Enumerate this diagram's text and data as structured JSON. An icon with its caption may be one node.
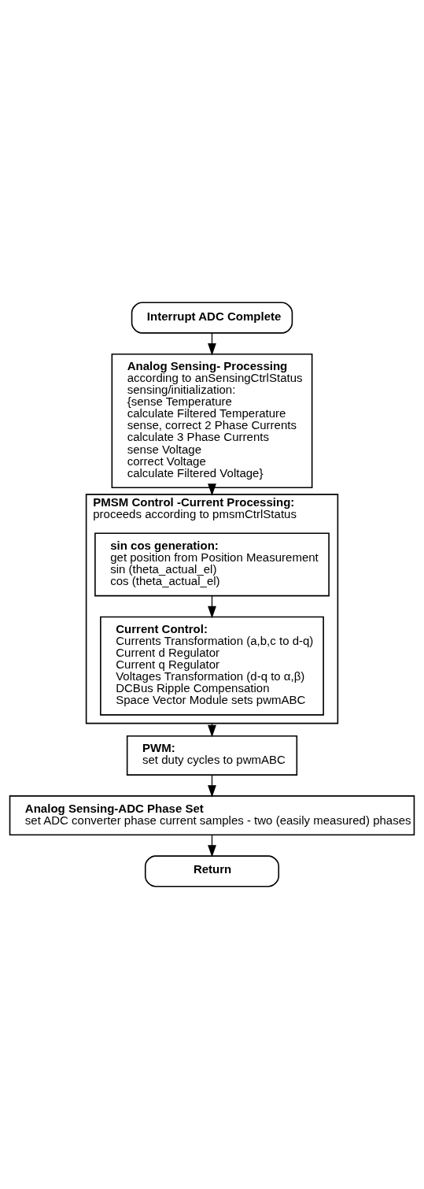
{
  "diagram": {
    "nodes": [
      {
        "text": [
          "Interrupt ADC Complete"
        ]
      },
      {
        "text": [
          "Analog Sensing- Processing",
          "according to anSensingCtrlStatus",
          "sensing/initialization:",
          "{sense Temperature",
          "calculate Filtered Temperature",
          "sense, correct 2 Phase Currents",
          "calculate 3 Phase Currents",
          "sense Voltage",
          "correct Voltage",
          "calculate Filtered Voltage}"
        ]
      },
      {
        "text": [
          "PMSM Control -Current Processing:",
          "proceeds according to pmsmCtrlStatus"
        ]
      },
      {
        "text": [
          "sin cos generation:",
          "get position from Position Measurement",
          "sin (theta_actual_el)",
          "cos (theta_actual_el)"
        ],
        "in": 2
      },
      {
        "text": [
          "Current Control:",
          "Currents Transformation (a,b,c to d-q)",
          "Current d Regulator",
          "Current q Regulator",
          "Voltages Transformation (d-q to α,β)",
          "DCBus Ripple Compensation",
          "Space Vector Module sets pwmABC"
        ],
        "in": 2
      },
      {
        "text": [
          "PWM:",
          "set duty cycles to pwmABC"
        ]
      },
      {
        "text": [
          "Analog Sensing-ADC Phase Set",
          "set ADC converter phase current samples - two (easily measured) phases"
        ]
      },
      {
        "text": [
          "Return"
        ]
      }
    ],
    "edges": [
      {
        "from": 0,
        "to": 1,
        "arrow": "to"
      },
      {
        "from": 1,
        "to": 2,
        "arrow": "to"
      },
      {
        "from": 3,
        "to": 4,
        "arrow": "to"
      },
      {
        "from": 2,
        "to": 5,
        "arrow": "to"
      },
      {
        "from": 5,
        "to": 6,
        "arrow": "to"
      },
      {
        "from": 6,
        "to": 7,
        "arrow": "to"
      }
    ]
  }
}
